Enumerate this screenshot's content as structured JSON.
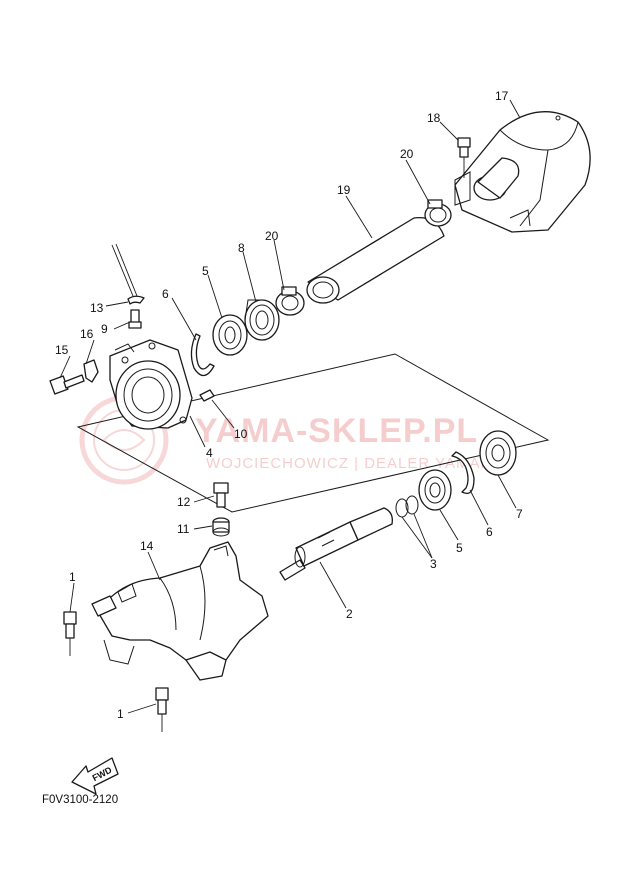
{
  "diagram_code": "F0V3100-2120",
  "watermark": {
    "main": "YAMA-SKLEP.PL",
    "sub": "WOJCIECHOWICZ | DEALER YAMAHA"
  },
  "fwd_label": "FWD",
  "callouts": {
    "c1a": "1",
    "c1b": "1",
    "c2": "2",
    "c3": "3",
    "c4": "4",
    "c5a": "5",
    "c5b": "5",
    "c6a": "6",
    "c6b": "6",
    "c7": "7",
    "c8": "8",
    "c9": "9",
    "c10": "10",
    "c11": "11",
    "c12": "12",
    "c13": "13",
    "c14": "14",
    "c15": "15",
    "c16": "16",
    "c17": "17",
    "c18": "18",
    "c19": "19",
    "c20a": "20",
    "c20b": "20"
  },
  "colors": {
    "line": "#1a1a1a",
    "watermark": "#e57373"
  }
}
